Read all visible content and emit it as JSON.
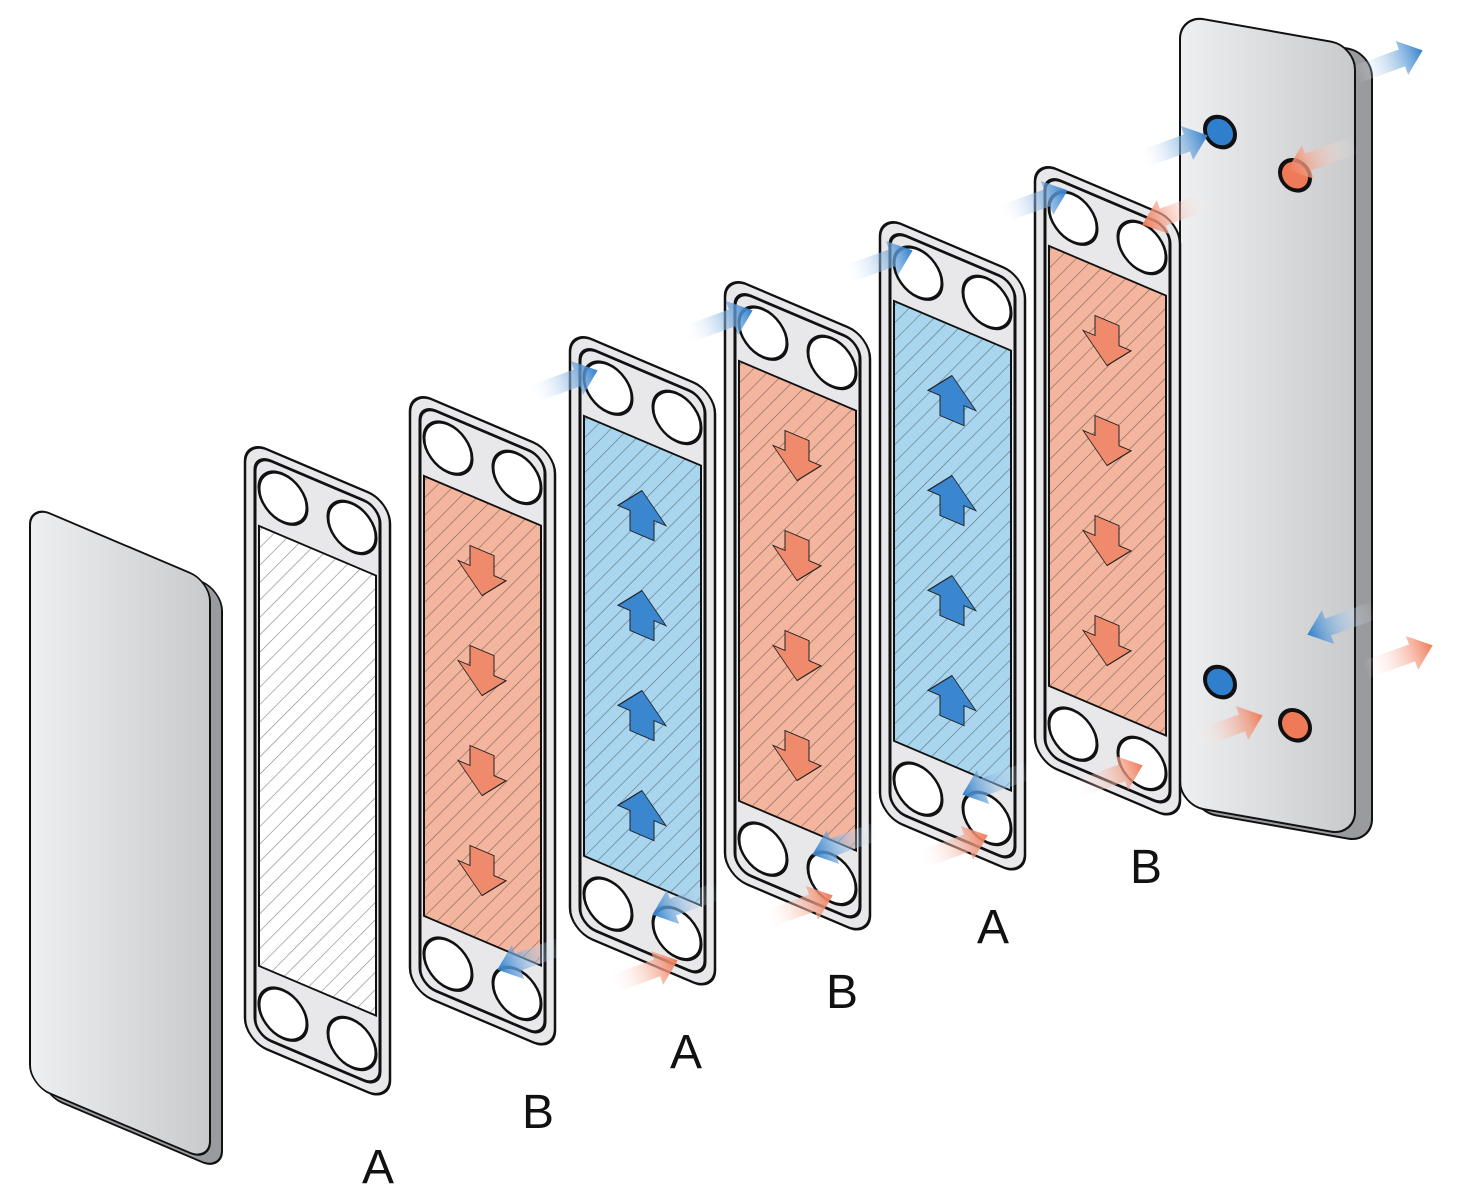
{
  "labels": [
    "A",
    "B",
    "A",
    "B",
    "A",
    "B"
  ],
  "colors": {
    "hot": "#f08a6c",
    "hot_fill": "#f4b59e",
    "cold": "#3a86cf",
    "cold_fill": "#a9d6ee",
    "frame": "#d9dadc",
    "gasket": "#e8e8ea",
    "outline": "#111111"
  }
}
